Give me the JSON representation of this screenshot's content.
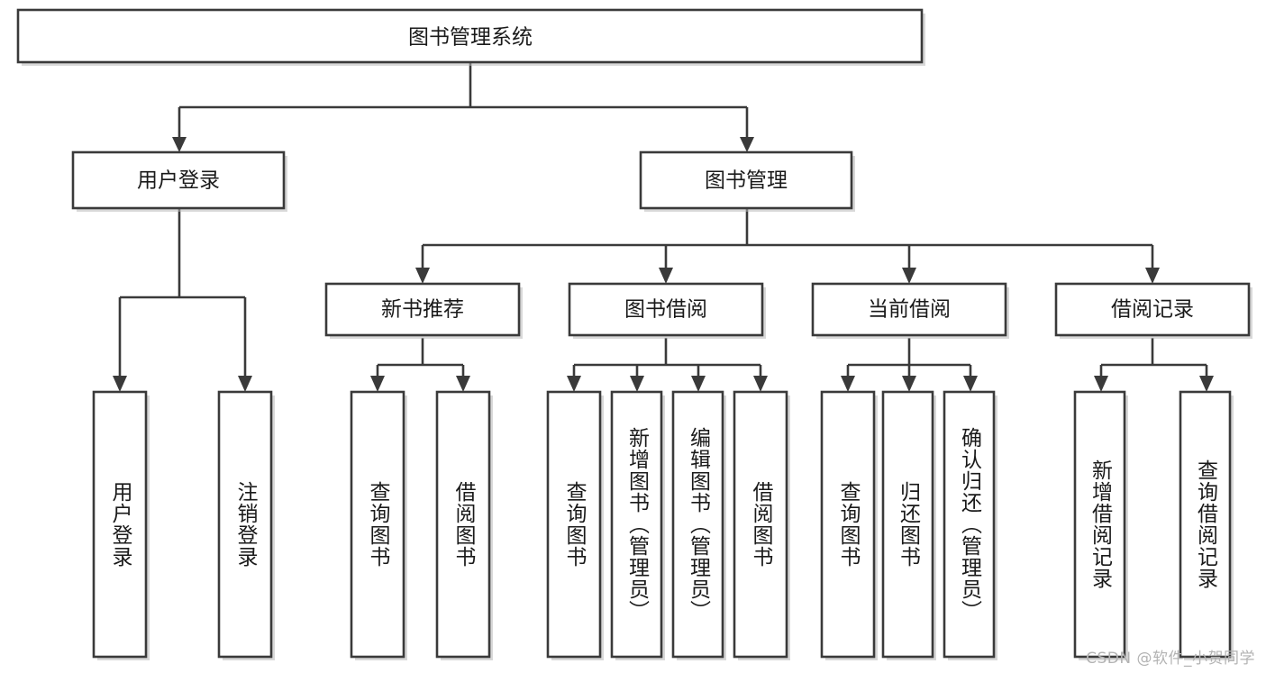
{
  "diagram": {
    "type": "hierarchy-tree",
    "title": "图书管理系统",
    "watermark": "CSDN @软件_小贺同学",
    "colors": {
      "box_stroke": "#3a3a3a",
      "box_fill": "#ffffff",
      "text": "#1a1a1a",
      "background": "#ffffff",
      "watermark": "#b3b3b3"
    },
    "root": {
      "label": "图书管理系统"
    },
    "level2": [
      {
        "label": "用户登录"
      },
      {
        "label": "图书管理"
      }
    ],
    "level3": [
      {
        "label": "新书推荐"
      },
      {
        "label": "图书借阅"
      },
      {
        "label": "当前借阅"
      },
      {
        "label": "借阅记录"
      }
    ],
    "leaves": {
      "user_login": [
        {
          "label": "用户登录"
        },
        {
          "label": "注销登录"
        }
      ],
      "new_book_recommend": [
        {
          "label": "查询图书"
        },
        {
          "label": "借阅图书"
        }
      ],
      "book_borrow": [
        {
          "label": "查询图书"
        },
        {
          "label": "新增图书（管理员）"
        },
        {
          "label": "编辑图书（管理员）"
        },
        {
          "label": "借阅图书"
        }
      ],
      "current_borrow": [
        {
          "label": "查询图书"
        },
        {
          "label": "归还图书"
        },
        {
          "label": "确认归还（管理员）"
        }
      ],
      "borrow_record": [
        {
          "label": "新增借阅记录"
        },
        {
          "label": "查询借阅记录"
        }
      ]
    }
  }
}
